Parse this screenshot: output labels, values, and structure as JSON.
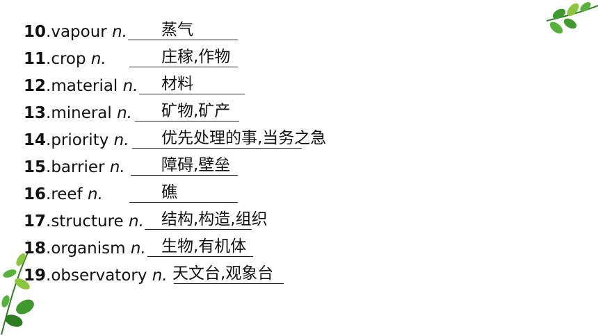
{
  "entries": [
    {
      "num": "10",
      "word": "vapour",
      "pos": "n.",
      "answer": "蒸气"
    },
    {
      "num": "11",
      "word": "crop",
      "pos": "n.",
      "answer": "庄稼,作物"
    },
    {
      "num": "12",
      "word": "material",
      "pos": "n.",
      "answer": "材料"
    },
    {
      "num": "13",
      "word": "mineral",
      "pos": "n.",
      "answer": "矿物,矿产"
    },
    {
      "num": "14",
      "word": "priority",
      "pos": "n.",
      "answer": "优先处理的事,当务之急"
    },
    {
      "num": "15",
      "word": "barrier",
      "pos": "n.",
      "answer": "障碍,壁垒"
    },
    {
      "num": "16",
      "word": "reef",
      "pos": "n.",
      "answer": "礁"
    },
    {
      "num": "17",
      "word": "structure",
      "pos": "n.",
      "answer": "结构,构造,组织"
    },
    {
      "num": "18",
      "word": "organism",
      "pos": "n.",
      "answer": "生物,有机体"
    },
    {
      "num": "19",
      "word": "observatory",
      "pos": "n.",
      "answer": "天文台,观象台"
    }
  ],
  "decorations": {
    "leaf_color": "#3f9a2e",
    "leaf_light": "#8cc63f"
  }
}
